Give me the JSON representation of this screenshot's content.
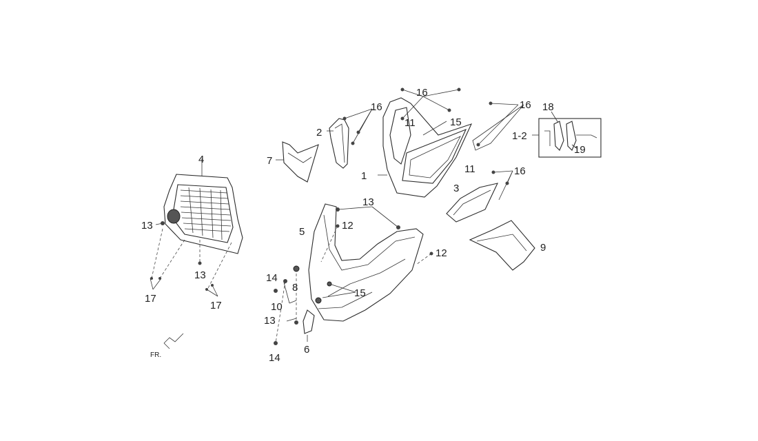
{
  "labels": {
    "l1": "1",
    "l1_2": "1-2",
    "l2": "2",
    "l3": "3",
    "l4": "4",
    "l5": "5",
    "l6": "6",
    "l7": "7",
    "l8": "8",
    "l9": "9",
    "l10": "10",
    "l11a": "11",
    "l11b": "11",
    "l12a": "12",
    "l12b": "12",
    "l13a": "13",
    "l13b": "13",
    "l13c": "13",
    "l13d": "13",
    "l14a": "14",
    "l14b": "14",
    "l15a": "15",
    "l15b": "15",
    "l16a": "16",
    "l16b": "16",
    "l16c": "16",
    "l16d": "16",
    "l17a": "17",
    "l17b": "17",
    "l18": "18",
    "l19": "19",
    "fr": "FR."
  }
}
